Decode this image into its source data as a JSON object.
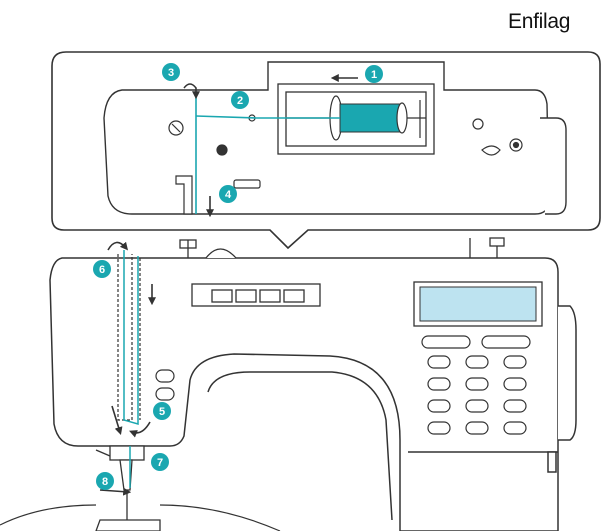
{
  "title": "Enfilag",
  "colors": {
    "thread": "#1aa7b0",
    "line": "#333333",
    "badge": "#1aa7b0"
  },
  "steps": [
    {
      "id": "1",
      "label": "1"
    },
    {
      "id": "2",
      "label": "2"
    },
    {
      "id": "3",
      "label": "3"
    },
    {
      "id": "4",
      "label": "4"
    },
    {
      "id": "5",
      "label": "5"
    },
    {
      "id": "6",
      "label": "6"
    },
    {
      "id": "7",
      "label": "7"
    },
    {
      "id": "8",
      "label": "8"
    }
  ]
}
